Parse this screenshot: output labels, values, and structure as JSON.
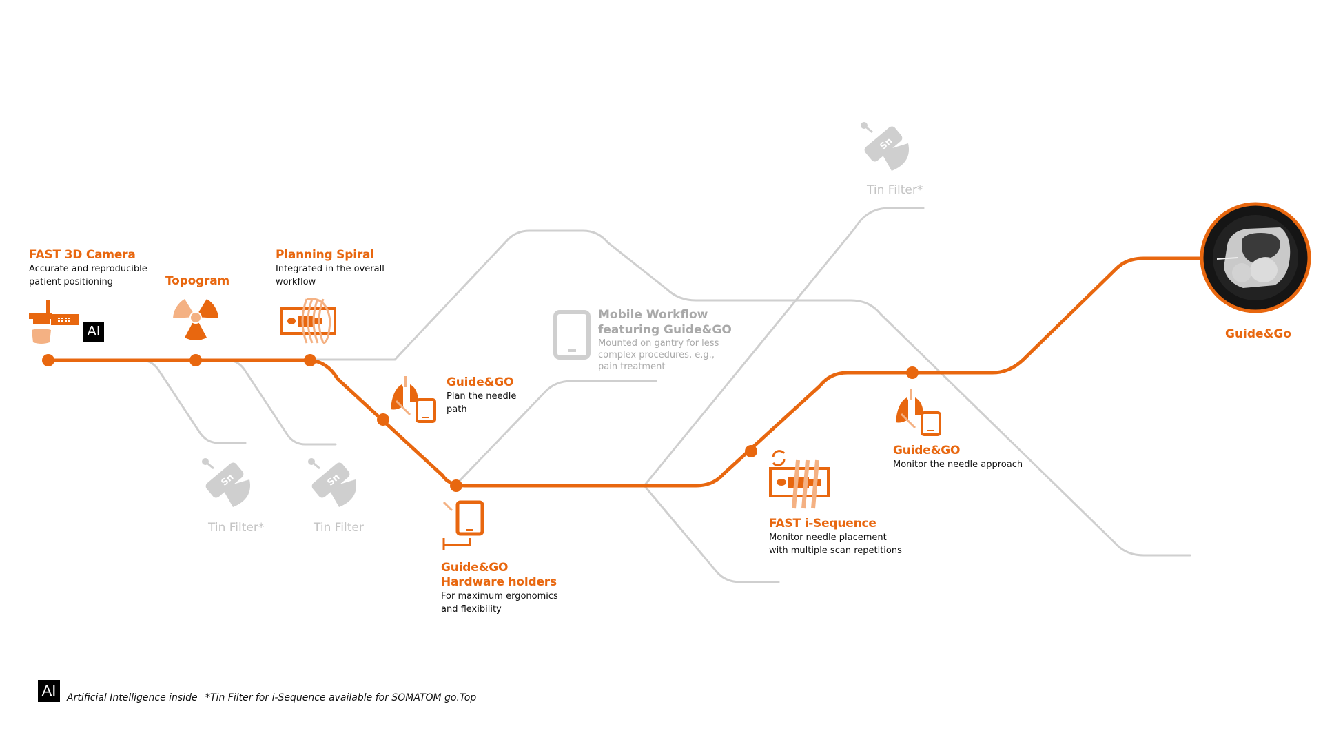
{
  "colors": {
    "accent": "#e8670f",
    "accent_light": "#f4b183",
    "gray_line": "#cccccc",
    "gray_text": "#a9a9a9"
  },
  "steps": [
    {
      "title": "FAST 3D Camera",
      "desc_1": "Accurate and reproducible",
      "desc_2": "patient positioning",
      "icon": "camera-icon",
      "badge": "AI"
    },
    {
      "title": "Topogram",
      "icon": "radiation-icon"
    },
    {
      "title": "Planning Spiral",
      "desc_1": "Integrated in the overall",
      "desc_2": "workflow",
      "icon": "spiral-scan-icon"
    },
    {
      "title": "Guide&GO",
      "desc_1": "Plan the needle",
      "desc_2": "path",
      "icon": "lungs-tablet-icon"
    },
    {
      "title_1": "Guide&GO",
      "title_2": "Hardware holders",
      "desc_1": "For maximum ergonomics",
      "desc_2": "and flexibility",
      "icon": "tablet-holder-icon"
    },
    {
      "title": "FAST i-Sequence",
      "desc_1": "Monitor needle placement",
      "desc_2": "with multiple scan repetitions",
      "icon": "sequence-scan-icon"
    },
    {
      "title": "Guide&GO",
      "desc_1": "Monitor the needle approach",
      "icon": "lungs-tablet-icon"
    },
    {
      "title": "Guide&Go",
      "icon": "ct-scan-image"
    }
  ],
  "optional": [
    {
      "label": "Tin Filter*",
      "icon": "tin-filter-icon",
      "icon_text": "Sn"
    },
    {
      "label": "Tin Filter",
      "icon": "tin-filter-icon",
      "icon_text": "Sn"
    },
    {
      "label": "Tin Filter*",
      "icon": "tin-filter-icon",
      "icon_text": "Sn"
    },
    {
      "title_1": "Mobile Workflow",
      "title_2": "featuring Guide&GO",
      "desc_1": "Mounted on gantry for less",
      "desc_2": "complex procedures, e.g.,",
      "desc_3": "pain treatment",
      "icon": "tablet-icon"
    }
  ],
  "footer": {
    "badge": "AI",
    "ai_note": "Artificial Intelligence inside",
    "tin_note": "*Tin Filter for i-Sequence available for SOMATOM go.Top"
  }
}
